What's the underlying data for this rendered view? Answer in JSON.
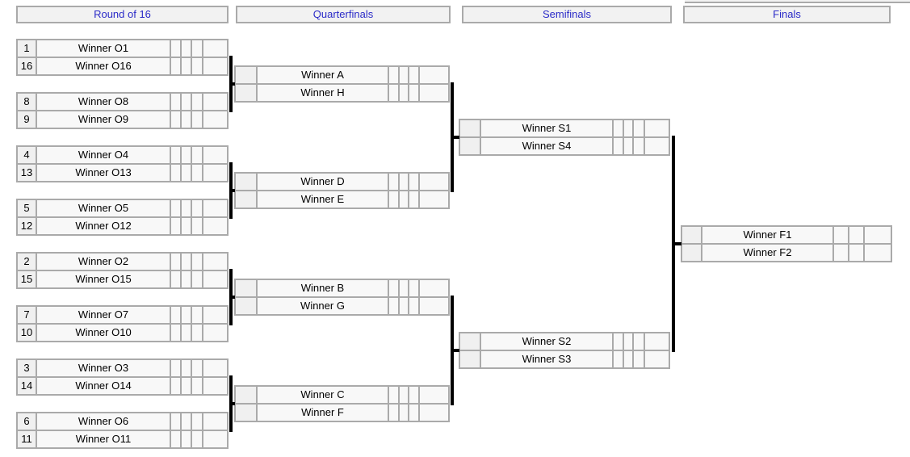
{
  "colors": {
    "border": "#aaaaaa",
    "header_bg": "#f2f2f2",
    "cell_bg": "#f8f8f8",
    "seed_bg": "#f0f0f0",
    "header_text": "#2b2bc8",
    "connector": "#000000",
    "text": "#000000"
  },
  "rounds": [
    {
      "title": "Round of 16",
      "matches": [
        {
          "slots": [
            {
              "seed": "1",
              "name": "Winner O1",
              "scores": [
                "",
                "",
                "",
                ""
              ]
            },
            {
              "seed": "16",
              "name": "Winner O16",
              "scores": [
                "",
                "",
                "",
                ""
              ]
            }
          ]
        },
        {
          "slots": [
            {
              "seed": "8",
              "name": "Winner O8",
              "scores": [
                "",
                "",
                "",
                ""
              ]
            },
            {
              "seed": "9",
              "name": "Winner O9",
              "scores": [
                "",
                "",
                "",
                ""
              ]
            }
          ]
        },
        {
          "slots": [
            {
              "seed": "4",
              "name": "Winner O4",
              "scores": [
                "",
                "",
                "",
                ""
              ]
            },
            {
              "seed": "13",
              "name": "Winner O13",
              "scores": [
                "",
                "",
                "",
                ""
              ]
            }
          ]
        },
        {
          "slots": [
            {
              "seed": "5",
              "name": "Winner O5",
              "scores": [
                "",
                "",
                "",
                ""
              ]
            },
            {
              "seed": "12",
              "name": "Winner O12",
              "scores": [
                "",
                "",
                "",
                ""
              ]
            }
          ]
        },
        {
          "slots": [
            {
              "seed": "2",
              "name": "Winner O2",
              "scores": [
                "",
                "",
                "",
                ""
              ]
            },
            {
              "seed": "15",
              "name": "Winner O15",
              "scores": [
                "",
                "",
                "",
                ""
              ]
            }
          ]
        },
        {
          "slots": [
            {
              "seed": "7",
              "name": "Winner O7",
              "scores": [
                "",
                "",
                "",
                ""
              ]
            },
            {
              "seed": "10",
              "name": "Winner O10",
              "scores": [
                "",
                "",
                "",
                ""
              ]
            }
          ]
        },
        {
          "slots": [
            {
              "seed": "3",
              "name": "Winner O3",
              "scores": [
                "",
                "",
                "",
                ""
              ]
            },
            {
              "seed": "14",
              "name": "Winner O14",
              "scores": [
                "",
                "",
                "",
                ""
              ]
            }
          ]
        },
        {
          "slots": [
            {
              "seed": "6",
              "name": "Winner O6",
              "scores": [
                "",
                "",
                "",
                ""
              ]
            },
            {
              "seed": "11",
              "name": "Winner O11",
              "scores": [
                "",
                "",
                "",
                ""
              ]
            }
          ]
        }
      ]
    },
    {
      "title": "Quarterfinals",
      "matches": [
        {
          "slots": [
            {
              "seed": "",
              "name": "Winner A",
              "scores": [
                "",
                "",
                "",
                ""
              ]
            },
            {
              "seed": "",
              "name": "Winner H",
              "scores": [
                "",
                "",
                "",
                ""
              ]
            }
          ]
        },
        {
          "slots": [
            {
              "seed": "",
              "name": "Winner D",
              "scores": [
                "",
                "",
                "",
                ""
              ]
            },
            {
              "seed": "",
              "name": "Winner E",
              "scores": [
                "",
                "",
                "",
                ""
              ]
            }
          ]
        },
        {
          "slots": [
            {
              "seed": "",
              "name": "Winner B",
              "scores": [
                "",
                "",
                "",
                ""
              ]
            },
            {
              "seed": "",
              "name": "Winner G",
              "scores": [
                "",
                "",
                "",
                ""
              ]
            }
          ]
        },
        {
          "slots": [
            {
              "seed": "",
              "name": "Winner C",
              "scores": [
                "",
                "",
                "",
                ""
              ]
            },
            {
              "seed": "",
              "name": "Winner F",
              "scores": [
                "",
                "",
                "",
                ""
              ]
            }
          ]
        }
      ]
    },
    {
      "title": "Semifinals",
      "matches": [
        {
          "slots": [
            {
              "seed": "",
              "name": "Winner S1",
              "scores": [
                "",
                "",
                "",
                ""
              ]
            },
            {
              "seed": "",
              "name": "Winner S4",
              "scores": [
                "",
                "",
                "",
                ""
              ]
            }
          ]
        },
        {
          "slots": [
            {
              "seed": "",
              "name": "Winner S2",
              "scores": [
                "",
                "",
                "",
                ""
              ]
            },
            {
              "seed": "",
              "name": "Winner S3",
              "scores": [
                "",
                "",
                "",
                ""
              ]
            }
          ]
        }
      ]
    },
    {
      "title": "Finals",
      "matches": [
        {
          "slots": [
            {
              "seed": "",
              "name": "Winner F1",
              "scores": [
                "",
                "",
                ""
              ]
            },
            {
              "seed": "",
              "name": "Winner F2",
              "scores": [
                "",
                "",
                ""
              ]
            }
          ]
        }
      ]
    }
  ]
}
